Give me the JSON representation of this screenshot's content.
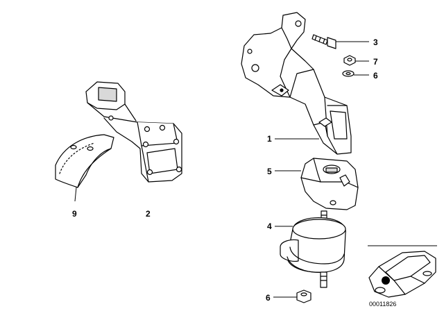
{
  "diagram": {
    "callouts": {
      "c1": "1",
      "c2": "2",
      "c3": "3",
      "c4": "4",
      "c5": "5",
      "c6a": "6",
      "c6b": "6",
      "c7": "7",
      "c9": "9"
    },
    "document_number": "00011826",
    "colors": {
      "line": "#000000",
      "fill": "#ffffff",
      "shade": "#d9d9d9",
      "marker": "#000000"
    }
  }
}
